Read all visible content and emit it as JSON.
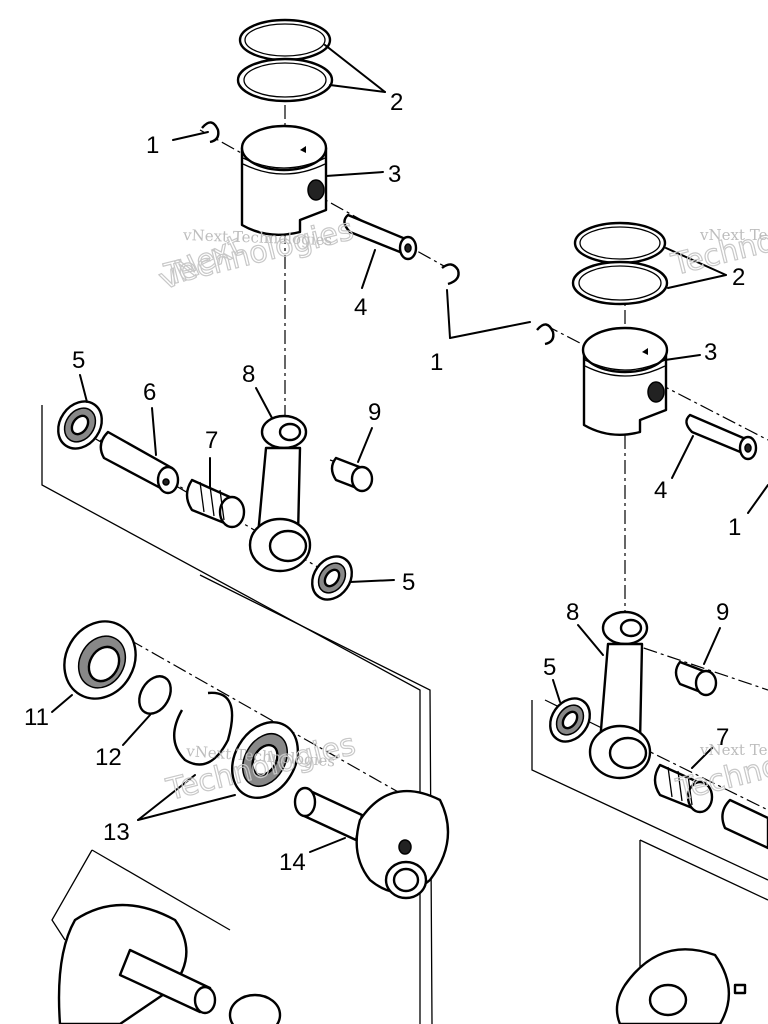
{
  "watermarks": [
    {
      "text": "vNext Technologies"
    },
    {
      "text": "vNext Technologies"
    },
    {
      "text": "vNext Technologies"
    },
    {
      "text": "vNext Technologies"
    }
  ],
  "callouts": {
    "left": [
      {
        "label": "1"
      },
      {
        "label": "2"
      },
      {
        "label": "3"
      },
      {
        "label": "4"
      },
      {
        "label": "5"
      },
      {
        "label": "6"
      },
      {
        "label": "7"
      },
      {
        "label": "8"
      },
      {
        "label": "9"
      },
      {
        "label": "5"
      },
      {
        "label": "11"
      },
      {
        "label": "12"
      },
      {
        "label": "13"
      },
      {
        "label": "14"
      }
    ],
    "right": [
      {
        "label": "2"
      },
      {
        "label": "1"
      },
      {
        "label": "3"
      },
      {
        "label": "4"
      },
      {
        "label": "1"
      },
      {
        "label": "8"
      },
      {
        "label": "9"
      },
      {
        "label": "5"
      },
      {
        "label": "7"
      }
    ]
  }
}
